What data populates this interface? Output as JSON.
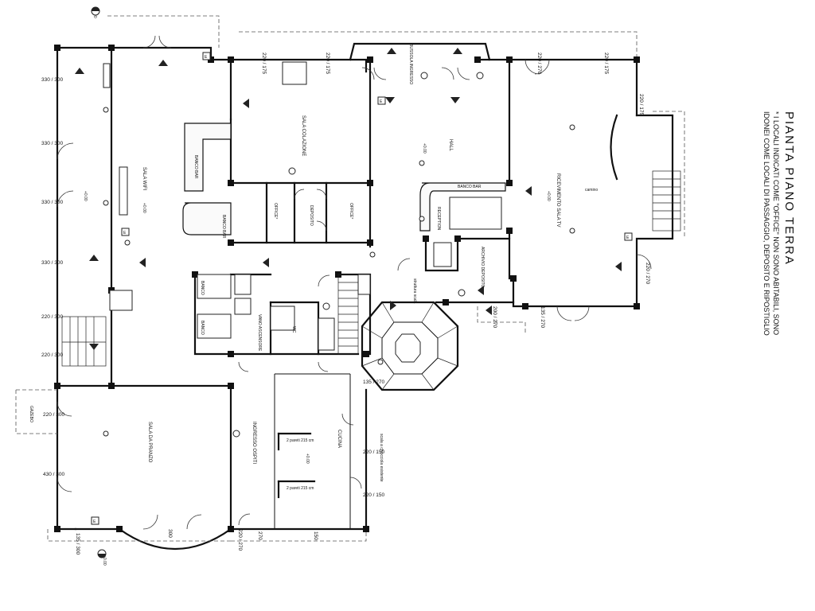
{
  "title": {
    "main": "PIANTA PIANO TERRA",
    "note_line1": "* I LOCALI INDICATI COME \"OFFICE\" NON SONO ABITABILI, SONO",
    "note_line2": "IDONEI COME LOCALI DI PASSAGGIO, DEPOSITO E RIPOSTIGLIO"
  },
  "rooms": {
    "sala_wifi": "SALA WIFI",
    "sala_colazione": "SALA COLAZIONE",
    "hall": "HALL",
    "ricevimento_sala_tv": "RICEVIMENTO SALA TV",
    "sala_da_pranzo": "SALA DA PRANZO",
    "ingresso_ospiti": "INGRESSO OSPITI",
    "cucina": "CUCINA",
    "office_a": "OFFICE*",
    "office_b": "OFFICE*",
    "deposito": "DEPOSITO",
    "archivio": "ARCHIVIO DEPOSITO",
    "banco_bar": "BANCO BAR",
    "banco_bar_2": "BANCO BAR",
    "banco_bar_3": "BANCO BAR",
    "reception": "RECEPTION",
    "banco_1": "BANCO",
    "banco_2": "BANCO",
    "vano_ascensore": "VANO ASCENSORE",
    "bussola": "BUSSOLA INGRESSO",
    "wc": "WC",
    "scala_struttura": "struttura scala",
    "camino": "camino",
    "gazebo": "GAZEBO",
    "pareti_1": "2 pareti 215 cm",
    "pareti_2": "2 pareti 215 cm",
    "scala_note": "scala a chiocciola esistente"
  },
  "levels": {
    "lv_wifi": "+0.00",
    "lv_hall": "+0.00",
    "lv_tv": "+0.00",
    "lv_pranzo": "+0.00",
    "lv_cucina": "+0.00",
    "lv_bottom": "+0.00",
    "lv_top": "+0.00"
  },
  "dims": {
    "d_330_300_a": "330 / 300",
    "d_330_300_b": "330 / 300",
    "d_330_300_c": "330 / 300",
    "d_330_300_d": "330 / 300",
    "d_220_300_a": "220 / 300",
    "d_220_300_b": "220 / 300",
    "d_220_300_c": "220 / 300",
    "d_430_300": "430 / 300",
    "d_135_300": "135 / 300",
    "d_220_175_a": "220 / 175",
    "d_220_175_b": "220 / 175",
    "d_220_175_c": "220 / 175",
    "d_220_270_a": "220 / 270",
    "d_220_270_b": "220 / 270",
    "d_220_175_top": "220 / 175",
    "d_135_270": "135 / 270",
    "d_220_150_a": "220 / 150",
    "d_220_150_b": "220 / 150",
    "d_220_270_c": "220 / 270",
    "d_200_270": "200 / 270",
    "d_135_270_b": "135 / 270",
    "d_300": "300",
    "d_150": "150",
    "d_270": "270"
  },
  "markers": {
    "e": "E"
  },
  "colors": {
    "ink": "#111111",
    "paper": "#ffffff"
  }
}
